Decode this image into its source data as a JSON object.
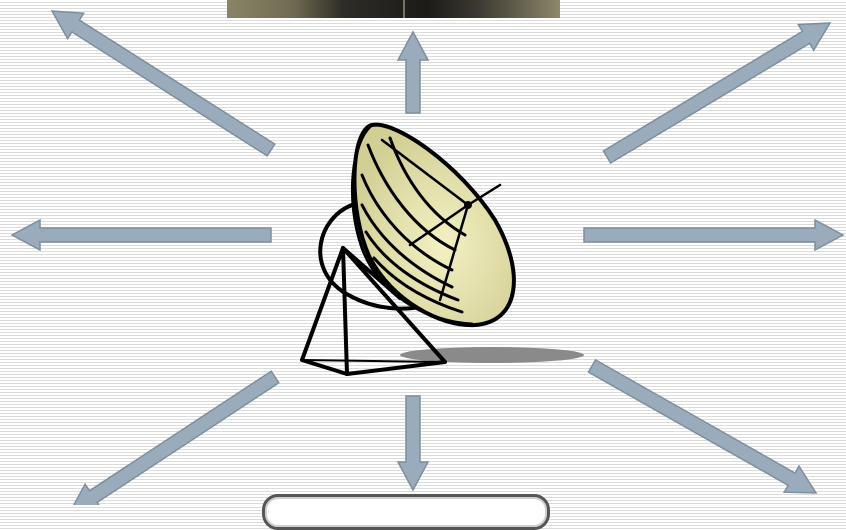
{
  "colors": {
    "arrow_fill": "#9aacbb",
    "arrow_stroke": "#7d8f9e",
    "dish_fill": "#d2cf95",
    "dish_light": "#f3f1c4",
    "outline": "#000000",
    "shadow": "#8a8a8a"
  },
  "icons": {
    "center": "satellite-dish-icon",
    "arrows": "arrow-icon"
  },
  "arrows": {
    "count": 8,
    "directions": [
      "up",
      "up-right",
      "right",
      "down-right",
      "down",
      "down-left",
      "left",
      "up-left"
    ]
  },
  "caption": {
    "text": ""
  }
}
